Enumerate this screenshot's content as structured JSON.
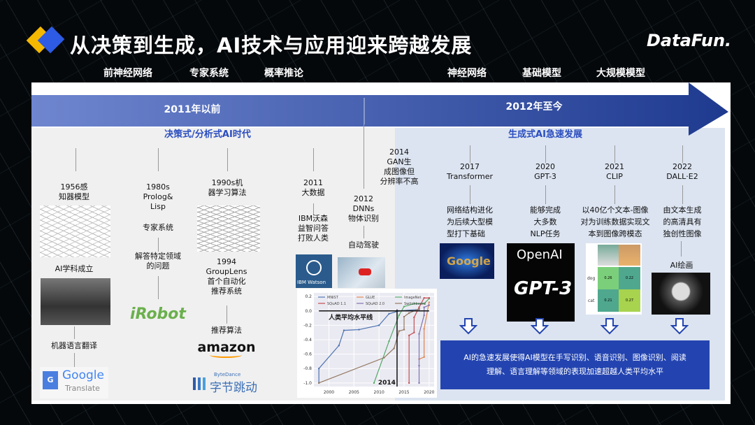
{
  "header": {
    "title": "从决策到生成，AI技术与应用迎来跨越发展",
    "logo": "DataFun.",
    "categories_left": [
      "前神经网络",
      "专家系统",
      "概率推论"
    ],
    "categories_right": [
      "神经网络",
      "基础模型",
      "大规模模型"
    ]
  },
  "timeline": {
    "era_left": "2011年以前",
    "era_right": "2012年至今",
    "section_left": "决策式/分析式AI时代",
    "section_right": "生成式AI急速发展"
  },
  "left": {
    "e1956": {
      "head": "1956感\n知器模型",
      "mid": "AI学科成立",
      "bottom": "机器语言翻译",
      "logo_google": "Google",
      "logo_translate": "Translate"
    },
    "e1980": {
      "head": "1980s\nProlog&\nLisp",
      "mid": "专家系统",
      "desc": "解答特定领域\n的问题",
      "logo": "iRobot"
    },
    "e1990": {
      "head": "1990s机\n器学习算法",
      "sub": "1994\nGroupLens\n首个自动化\n推荐系统",
      "bottom": "推荐算法",
      "logo_amazon": "amazon",
      "logo_bd_small": "ByteDance",
      "logo_bd": "字节跳动"
    },
    "e2011": {
      "head": "2011\n大数据",
      "desc": "IBM沃森\n益智问答\n打败人类",
      "logo": "IBM Watson"
    },
    "e2012": {
      "head": "2012\nDNNs\n物体识别",
      "desc": "自动驾驶"
    },
    "e2014": {
      "head": "2014\nGAN生\n成图像但\n分辨率不高"
    }
  },
  "right": {
    "e2017": {
      "year": "2017",
      "name": "Transformer",
      "desc": "网络结构进化\n为后续大型模\n型打下基础",
      "logo": "Google"
    },
    "e2020": {
      "year": "2020",
      "name": "GPT-3",
      "desc": "能够完成\n大多数\nNLP任务",
      "logo1": "OpenAI",
      "logo2": "GPT-3"
    },
    "e2021": {
      "year": "2021",
      "name": "CLIP",
      "desc": "以40亿个文本-图像\n对为训练数据实现文\n本到图像跨模态",
      "row_dog": "dog",
      "row_cat": "cat",
      "cells": [
        "0.26",
        "0.22",
        "0.21",
        "0.27"
      ]
    },
    "e2022": {
      "year": "2022",
      "name": "DALL·E2",
      "desc": "由文本生成\n的高清具有\n独创性图像",
      "mid": "AI绘画"
    },
    "summary": "AI的急速发展使得AI模型在手写识别、语音识别、图像识别、阅读\n理解、语言理解等领域的表现加速超越人类平均水平"
  },
  "chart_data": {
    "type": "line",
    "annotation_line": "人类平均水平线",
    "annotation_year": "2014",
    "xlim": [
      1997,
      2021
    ],
    "ylim": [
      -1.05,
      0.25
    ],
    "xticks": [
      "2000",
      "2005",
      "2010",
      "2015",
      "2020"
    ],
    "yticks": [
      "0.2",
      "0.0",
      "-0.2",
      "-0.4",
      "-0.6",
      "-0.8",
      "-1.0"
    ],
    "series": [
      {
        "name": "MNIST",
        "color": "#4c72b0",
        "points": [
          [
            1998,
            -1
          ],
          [
            1998,
            -0.8
          ],
          [
            2002,
            -0.48
          ],
          [
            2003,
            -0.27
          ],
          [
            2006,
            -0.26
          ],
          [
            2010,
            -0.2
          ],
          [
            2012,
            -0.04
          ],
          [
            2014,
            0
          ],
          [
            2018,
            0.02
          ]
        ]
      },
      {
        "name": "GLUE",
        "color": "#dd8452",
        "points": [
          [
            2018,
            -0.67
          ],
          [
            2019,
            -0.64
          ],
          [
            2019,
            -0.25
          ],
          [
            2020,
            0.12
          ]
        ]
      },
      {
        "name": "ImageNet",
        "color": "#55a868",
        "points": [
          [
            2009,
            -1
          ],
          [
            2012,
            -0.42
          ],
          [
            2014,
            -0.06
          ],
          [
            2015,
            0.06
          ],
          [
            2017,
            0.1
          ],
          [
            2019,
            0.1
          ],
          [
            2020,
            0.17
          ]
        ]
      },
      {
        "name": "SQuAD 1.1",
        "color": "#c44e52",
        "points": [
          [
            2016,
            -1
          ],
          [
            2016,
            -0.34
          ],
          [
            2017,
            -0.3
          ],
          [
            2017,
            -0.09
          ],
          [
            2018,
            0.05
          ],
          [
            2019,
            0.18
          ],
          [
            2020,
            0.18
          ]
        ]
      },
      {
        "name": "SQuAD 2.0",
        "color": "#8172b3",
        "points": [
          [
            2018,
            -1
          ],
          [
            2018,
            -0.76
          ],
          [
            2018,
            -0.32
          ],
          [
            2019,
            -0.06
          ],
          [
            2019,
            0.05
          ],
          [
            2020,
            0.08
          ]
        ]
      },
      {
        "name": "Switchboard",
        "color": "#937860",
        "points": [
          [
            1998,
            -1
          ],
          [
            2011,
            -0.65
          ],
          [
            2013,
            -0.52
          ],
          [
            2014,
            -0.28
          ],
          [
            2015,
            -0.26
          ],
          [
            2015,
            -0.08
          ],
          [
            2016,
            -0.03
          ],
          [
            2018,
            0.03
          ]
        ]
      }
    ]
  }
}
